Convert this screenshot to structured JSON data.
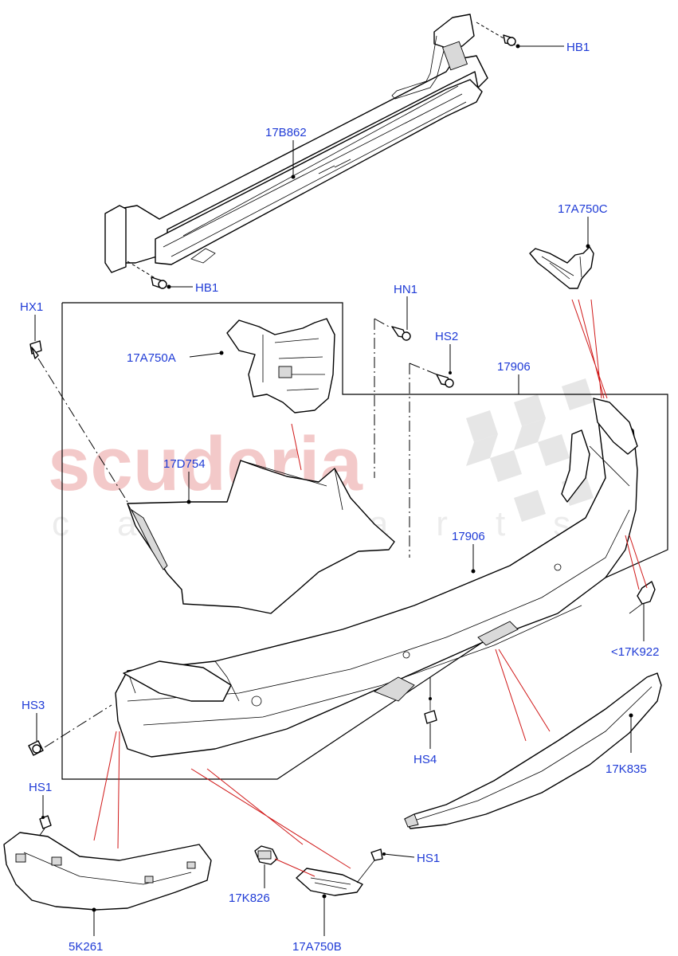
{
  "watermark": {
    "brand": "scuderia",
    "tagline": "car parts"
  },
  "labels": {
    "hb1_top": "HB1",
    "p17b862": "17B862",
    "hb1_bottom": "HB1",
    "p17a750c": "17A750C",
    "hx1": "HX1",
    "hn1": "HN1",
    "hs2": "HS2",
    "p17a750a": "17A750A",
    "p17906_top": "17906",
    "p17d754": "17D754",
    "p17906_mid": "17906",
    "p17k922": "<17K922",
    "hs3": "HS3",
    "hs4": "HS4",
    "p17k835": "17K835",
    "hs1_left": "HS1",
    "hs1_right": "HS1",
    "p17k826": "17K826",
    "p5k261": "5K261",
    "p17a750b": "17A750B"
  },
  "colors": {
    "label": "#1f3bd6",
    "callout_red": "#d01818",
    "watermark_red": "#f3c9c9"
  }
}
